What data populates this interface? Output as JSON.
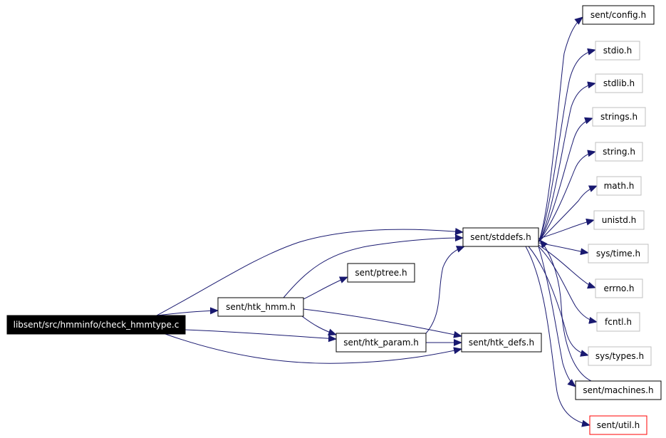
{
  "diagram": {
    "colors": {
      "edge": "#191970",
      "root_fill": "#000000",
      "root_text": "#ffffff",
      "border_default": "#000000",
      "border_missing": "#bfbfbf",
      "border_highlight": "#ff0000",
      "node_text": "#000000"
    },
    "nodes": [
      {
        "id": "root",
        "label": "libsent/src/hmminfo/check_hmmtype.c",
        "style": "root"
      },
      {
        "id": "htk_hmm",
        "label": "sent/htk_hmm.h",
        "style": "default"
      },
      {
        "id": "ptree",
        "label": "sent/ptree.h",
        "style": "default"
      },
      {
        "id": "htk_param",
        "label": "sent/htk_param.h",
        "style": "default"
      },
      {
        "id": "htk_defs",
        "label": "sent/htk_defs.h",
        "style": "default"
      },
      {
        "id": "stddefs",
        "label": "sent/stddefs.h",
        "style": "default"
      },
      {
        "id": "config",
        "label": "sent/config.h",
        "style": "default"
      },
      {
        "id": "stdio",
        "label": "stdio.h",
        "style": "missing"
      },
      {
        "id": "stdlib",
        "label": "stdlib.h",
        "style": "missing"
      },
      {
        "id": "strings",
        "label": "strings.h",
        "style": "missing"
      },
      {
        "id": "string",
        "label": "string.h",
        "style": "missing"
      },
      {
        "id": "math",
        "label": "math.h",
        "style": "missing"
      },
      {
        "id": "unistd",
        "label": "unistd.h",
        "style": "missing"
      },
      {
        "id": "systime",
        "label": "sys/time.h",
        "style": "missing"
      },
      {
        "id": "errno",
        "label": "errno.h",
        "style": "missing"
      },
      {
        "id": "fcntl",
        "label": "fcntl.h",
        "style": "missing"
      },
      {
        "id": "systypes",
        "label": "sys/types.h",
        "style": "missing"
      },
      {
        "id": "machines",
        "label": "sent/machines.h",
        "style": "default"
      },
      {
        "id": "util",
        "label": "sent/util.h",
        "style": "highlight"
      }
    ],
    "edges": [
      {
        "from": "root",
        "to": "htk_hmm"
      },
      {
        "from": "root",
        "to": "htk_param"
      },
      {
        "from": "root",
        "to": "htk_defs"
      },
      {
        "from": "root",
        "to": "stddefs"
      },
      {
        "from": "htk_hmm",
        "to": "ptree"
      },
      {
        "from": "htk_hmm",
        "to": "htk_param"
      },
      {
        "from": "htk_hmm",
        "to": "htk_defs"
      },
      {
        "from": "htk_hmm",
        "to": "stddefs"
      },
      {
        "from": "htk_param",
        "to": "htk_defs"
      },
      {
        "from": "htk_param",
        "to": "stddefs"
      },
      {
        "from": "stddefs",
        "to": "config"
      },
      {
        "from": "stddefs",
        "to": "stdio"
      },
      {
        "from": "stddefs",
        "to": "stdlib"
      },
      {
        "from": "stddefs",
        "to": "strings"
      },
      {
        "from": "stddefs",
        "to": "string"
      },
      {
        "from": "stddefs",
        "to": "math"
      },
      {
        "from": "stddefs",
        "to": "unistd"
      },
      {
        "from": "stddefs",
        "to": "systime"
      },
      {
        "from": "stddefs",
        "to": "errno"
      },
      {
        "from": "stddefs",
        "to": "fcntl"
      },
      {
        "from": "stddefs",
        "to": "systypes"
      },
      {
        "from": "stddefs",
        "to": "machines"
      },
      {
        "from": "stddefs",
        "to": "util"
      },
      {
        "from": "machines",
        "to": "stddefs"
      }
    ]
  }
}
